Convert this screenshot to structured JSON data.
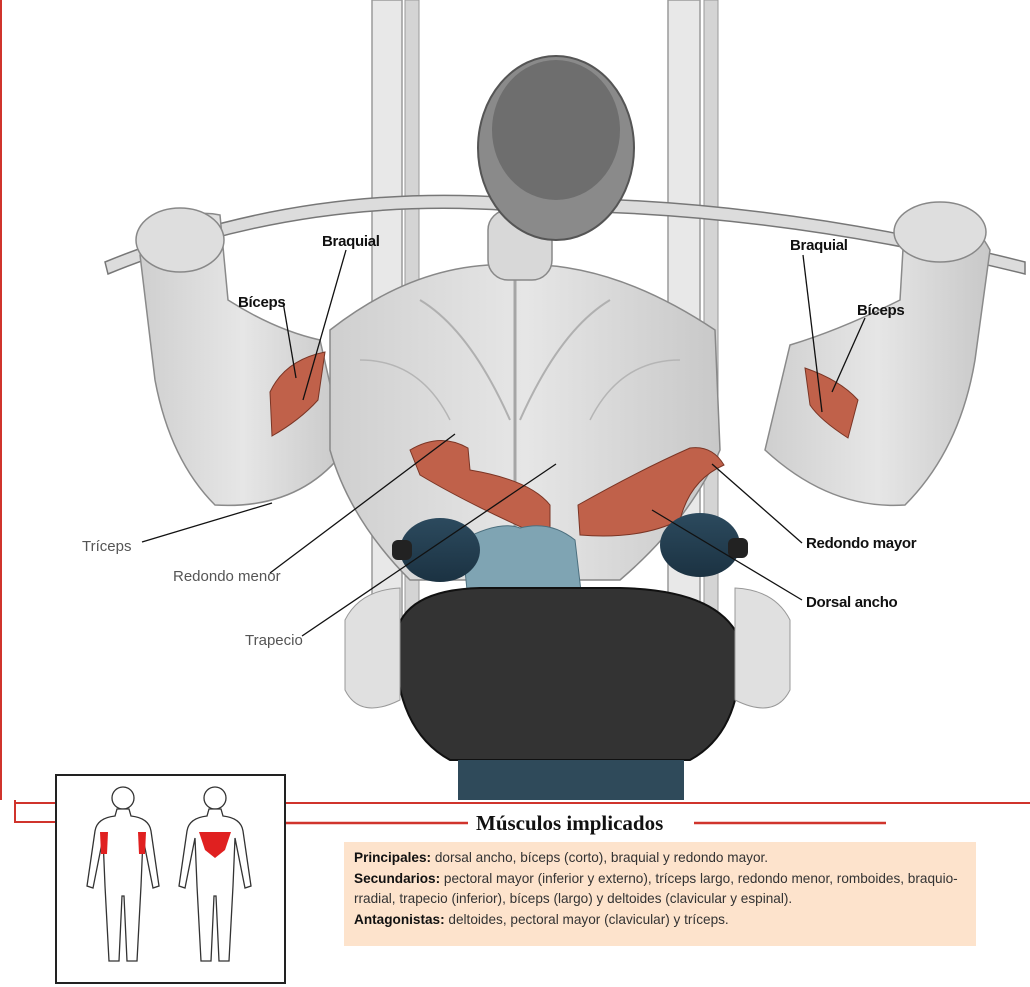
{
  "labels": {
    "braquial_left": "Braquial",
    "biceps_left": "Bíceps",
    "braquial_right": "Braquial",
    "biceps_right": "Bíceps",
    "triceps": "Tríceps",
    "redondo_menor": "Redondo menor",
    "trapecio": "Trapecio",
    "redondo_mayor": "Redondo mayor",
    "dorsal_ancho": "Dorsal ancho"
  },
  "section": {
    "title": "Músculos implicados"
  },
  "muscles": {
    "principales_label": "Principales:",
    "principales_text": " dorsal ancho, bíceps (corto), braquial y redondo mayor.",
    "secundarios_label": "Secundarios:",
    "secundarios_text": " pectoral mayor (inferior y externo), tríceps largo, redondo menor, romboides, braquio-rradial, trapecio (inferior), bíceps (largo) y deltoides (clavicular y espinal).",
    "antagonistas_label": "Antagonistas:",
    "antagonistas_text": " deltoides, pectoral mayor (clavicular) y tríceps."
  },
  "colors": {
    "accent_red": "#d0342c",
    "muscle_highlight": "#c0614a",
    "box_background": "#fde3cc"
  }
}
